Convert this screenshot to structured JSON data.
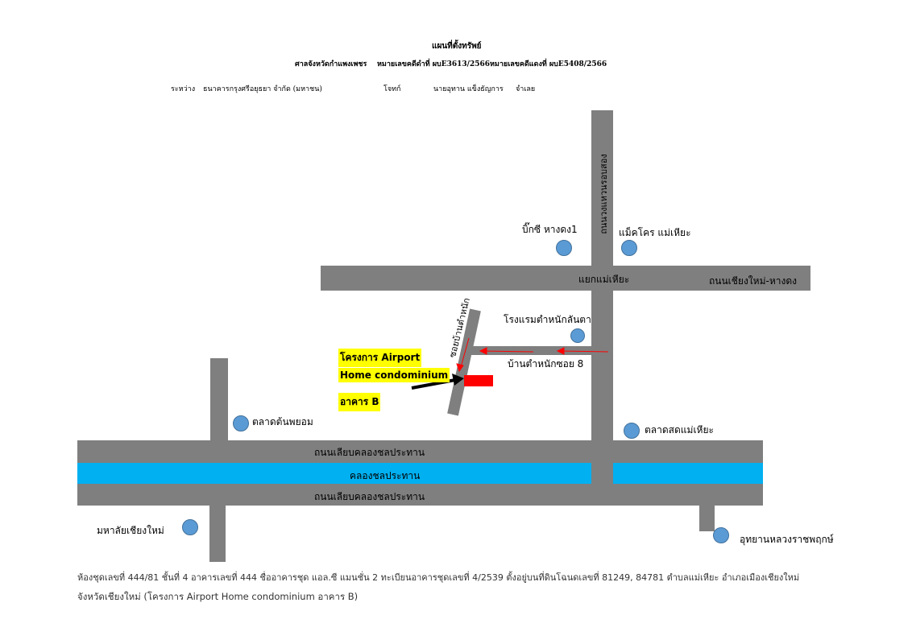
{
  "header": {
    "title": "แผนที่ตั้งทรัพย์",
    "court": "ศาลจังหวัดกำแพงเพชร",
    "black_case": "หมายเลขคดีดำที่ ผบE3613/2566",
    "red_case": "หมายเลขคดีแดงที่ ผบE5408/2566",
    "between_label": "ระหว่าง",
    "plaintiff": "ธนาคารกรุงศรีอยุธยา จำกัด (มหาชน)",
    "plaintiff_role": "โจทก์",
    "defendant": "นายอุทาน แข็งธัญการ",
    "defendant_role": "จำเลย"
  },
  "map": {
    "roads": {
      "ring_road": "ถนนวงแหวนรอบสอง",
      "chiangmai_hangdong": "ถนนเชียงใหม่-หางดง",
      "mae_hia_junction": "แยกแม่เหียะ",
      "soi_ban_tamnak": "ซอยบ้านตำหนัก",
      "ban_tamnak_soi8": "บ้านตำหนักซอย 8",
      "canal_road_upper": "ถนนเลียบคลองชลประทาน",
      "canal": "คลองชลประทาน",
      "canal_road_lower": "ถนนเลียบคลองชลประทาน"
    },
    "landmarks": {
      "big_c": "บิ๊กซี หางดง1",
      "makro": "แม็คโคร แม่เหียะ",
      "hotel": "โรงแรมตำหนักลันตา",
      "ton_payom_market": "ตลาดต้นพยอม",
      "mae_hia_market": "ตลาดสดแม่เหียะ",
      "cmu": "มหาลัยเชียงใหม่",
      "royal_park": "อุทยานหลวงราชพฤกษ์"
    },
    "project": {
      "line1": "โครงการ Airport",
      "line2": "Home condominium",
      "line3": "อาคาร B"
    },
    "colors": {
      "road": "#7f7f7f",
      "canal": "#00b0f0",
      "poi": "#5b9bd5",
      "target": "#ff0000",
      "highlight": "#ffff00"
    }
  },
  "footer": {
    "line1": "ห้องชุดเลขที่ 444/81 ชั้นที่ 4 อาคารเลขที่ 444 ชื่ออาคารชุด แอล.ซี แมนชั่น 2 ทะเบียนอาคารชุดเลขที่ 4/2539 ตั้งอยู่บนที่ดินโฉนดเลขที่ 81249, 84781 ตำบลแม่เหียะ อำเภอเมืองเชียงใหม่",
    "line2": "จังหวัดเชียงใหม่  (โครงการ Airport Home condominium อาคาร B)"
  }
}
